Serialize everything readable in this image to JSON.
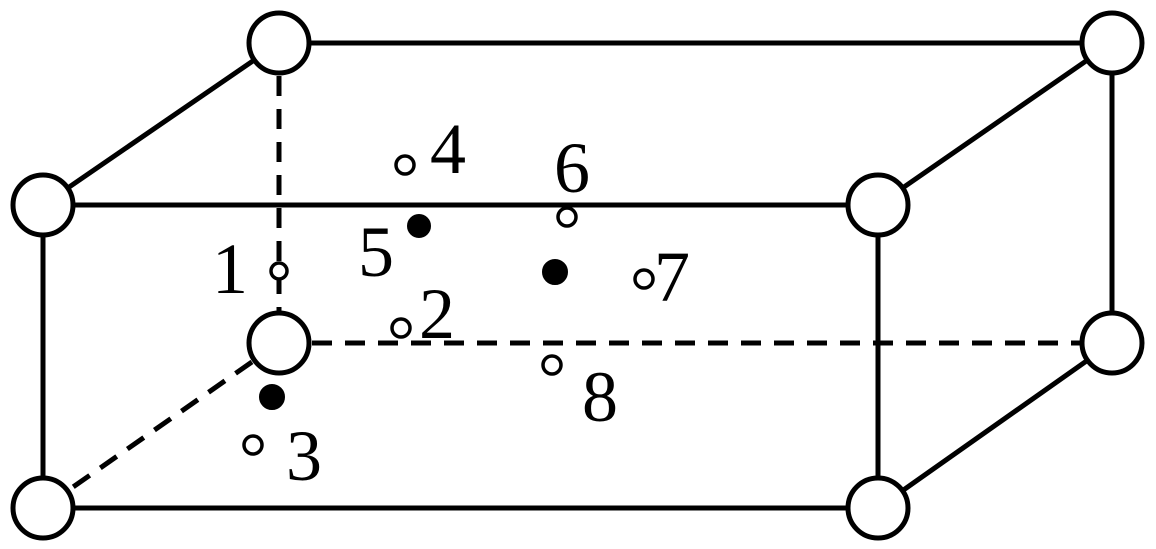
{
  "diagram": {
    "edges": [
      {
        "from": "vA",
        "to": "vB",
        "style": "solid"
      },
      {
        "from": "vA",
        "to": "vC",
        "style": "solid"
      },
      {
        "from": "vB",
        "to": "vD",
        "style": "solid"
      },
      {
        "from": "vC",
        "to": "vE",
        "style": "solid"
      },
      {
        "from": "vC",
        "to": "vF",
        "style": "solid"
      },
      {
        "from": "vE",
        "to": "vG",
        "style": "solid"
      },
      {
        "from": "vE",
        "to": "vD",
        "style": "solid"
      },
      {
        "from": "vG",
        "to": "vH",
        "style": "solid"
      },
      {
        "from": "vF",
        "to": "vH",
        "style": "solid"
      },
      {
        "from": "vD",
        "to": "vI",
        "style": "solid"
      },
      {
        "from": "vH",
        "to": "vI",
        "style": "solid"
      },
      {
        "from": "vA",
        "to": "vJ",
        "style": "dashed"
      },
      {
        "from": "vJ",
        "to": "vI",
        "style": "dashed"
      },
      {
        "from": "vJ",
        "to": "vF",
        "style": "dashed"
      }
    ],
    "sites": [
      {
        "id": "s1",
        "label": "1",
        "kind": "open"
      },
      {
        "id": "s2",
        "label": "2",
        "kind": "open"
      },
      {
        "id": "s3",
        "label": "3",
        "kind": "open"
      },
      {
        "id": "s4",
        "label": "4",
        "kind": "open"
      },
      {
        "id": "s5",
        "label": "5",
        "kind": "filled"
      },
      {
        "id": "s6",
        "label": "6",
        "kind": "open"
      },
      {
        "id": "s7",
        "label": "7",
        "kind": "open"
      },
      {
        "id": "s8",
        "label": "8",
        "kind": "open"
      },
      {
        "id": "sC",
        "label": "",
        "kind": "filled"
      },
      {
        "id": "sL",
        "label": "",
        "kind": "filled"
      }
    ]
  }
}
